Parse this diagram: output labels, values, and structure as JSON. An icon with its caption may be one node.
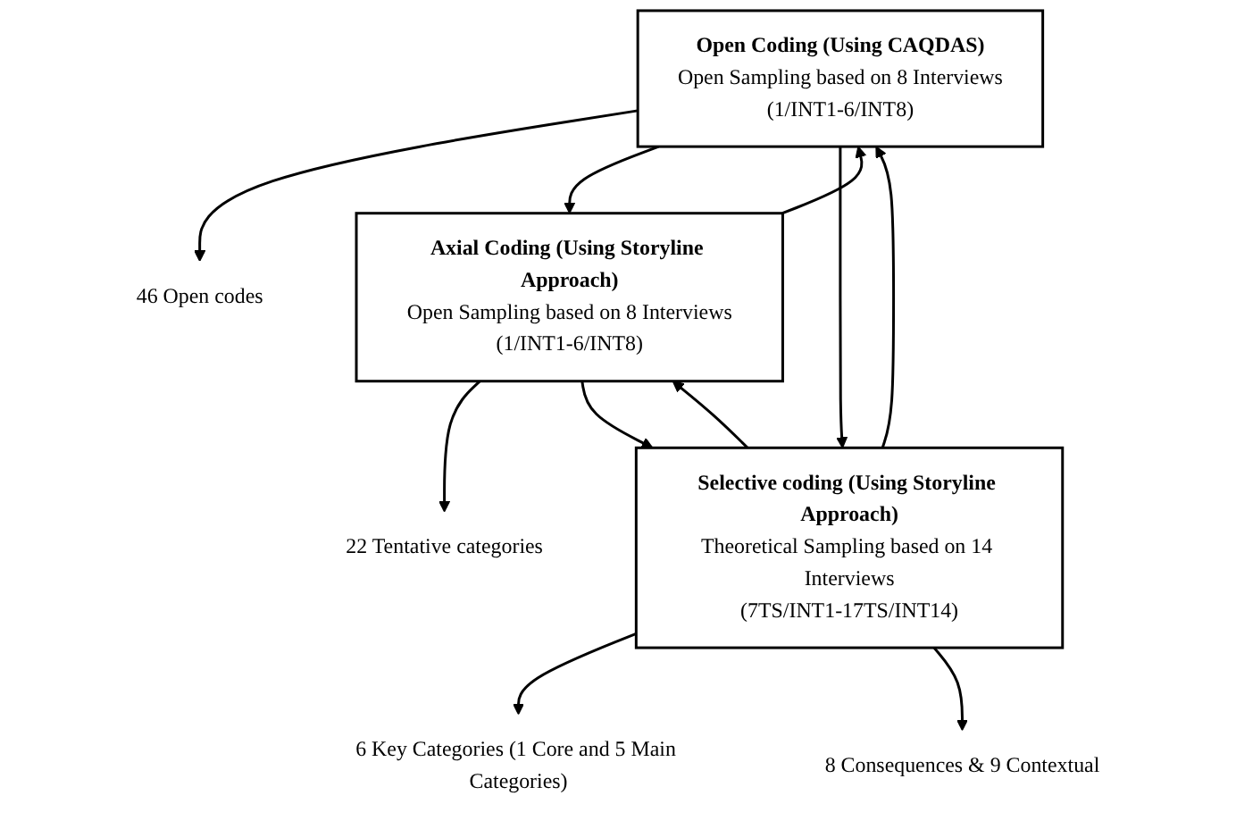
{
  "diagram": {
    "nodes": [
      {
        "text": [
          "Open Coding (Using CAQDAS)",
          "Open Sampling based on 8 Interviews",
          "(1/INT1-6/INT8)"
        ]
      },
      {
        "text": [
          "46 Open codes"
        ]
      },
      {
        "text": [
          "Axial Coding (Using Storyline Approach)",
          "Open Sampling based on 8 Interviews",
          "(1/INT1-6/INT8)"
        ]
      },
      {
        "text": [
          "22 Tentative categories"
        ]
      },
      {
        "text": [
          "Selective coding (Using Storyline Approach)",
          "Theoretical Sampling based on 14 Interviews",
          "(7TS/INT1-17TS/INT14)"
        ]
      },
      {
        "text": [
          "6 Key Categories (1 Core and 5 Main Categories)"
        ]
      },
      {
        "text": [
          "8 Consequences & 9 Contextual"
        ]
      }
    ],
    "edges": [
      {
        "from": 0,
        "to": 1,
        "arrow": "to"
      },
      {
        "from": 0,
        "to": 2,
        "arrow": "to"
      },
      {
        "from": 2,
        "to": 0,
        "arrow": "to"
      },
      {
        "from": 0,
        "to": 4,
        "arrow": "to"
      },
      {
        "from": 4,
        "to": 0,
        "arrow": "to"
      },
      {
        "from": 2,
        "to": 3,
        "arrow": "to"
      },
      {
        "from": 2,
        "to": 4,
        "arrow": "to"
      },
      {
        "from": 4,
        "to": 2,
        "arrow": "to"
      },
      {
        "from": 4,
        "to": 5,
        "arrow": "to"
      },
      {
        "from": 4,
        "to": 6,
        "arrow": "to"
      }
    ]
  }
}
